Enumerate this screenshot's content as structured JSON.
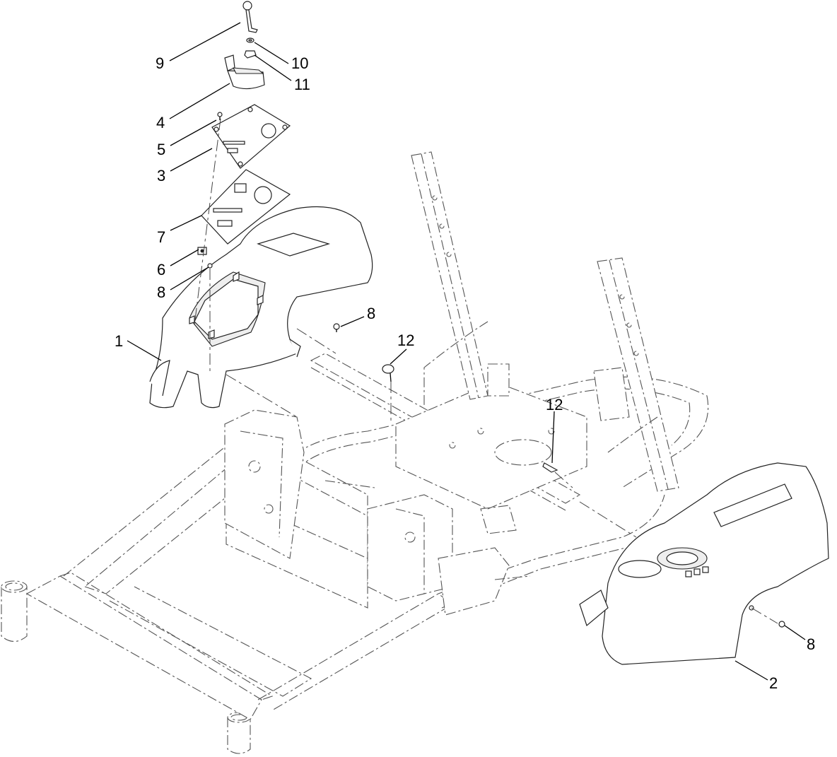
{
  "callouts": [
    {
      "id": "c9",
      "label": "9"
    },
    {
      "id": "c10",
      "label": "10"
    },
    {
      "id": "c11",
      "label": "11"
    },
    {
      "id": "c4",
      "label": "4"
    },
    {
      "id": "c5",
      "label": "5"
    },
    {
      "id": "c3",
      "label": "3"
    },
    {
      "id": "c7",
      "label": "7"
    },
    {
      "id": "c6",
      "label": "6"
    },
    {
      "id": "c8a",
      "label": "8"
    },
    {
      "id": "c8b",
      "label": "8"
    },
    {
      "id": "c1",
      "label": "1"
    },
    {
      "id": "c12a",
      "label": "12"
    },
    {
      "id": "c12b",
      "label": "12"
    },
    {
      "id": "c8c",
      "label": "8"
    },
    {
      "id": "c2",
      "label": "2"
    }
  ],
  "colors": {
    "line": "#000000",
    "phantom": "#555555",
    "background": "#ffffff"
  }
}
